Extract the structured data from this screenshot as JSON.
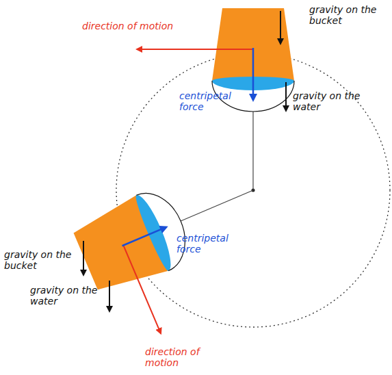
{
  "diagram": {
    "labels": [
      "direction of motion",
      "gravity on the bucket",
      "centripetal force",
      "gravity on the water",
      "centripetal force",
      "gravity on the bucket",
      "gravity on the water",
      "direction of motion"
    ]
  }
}
